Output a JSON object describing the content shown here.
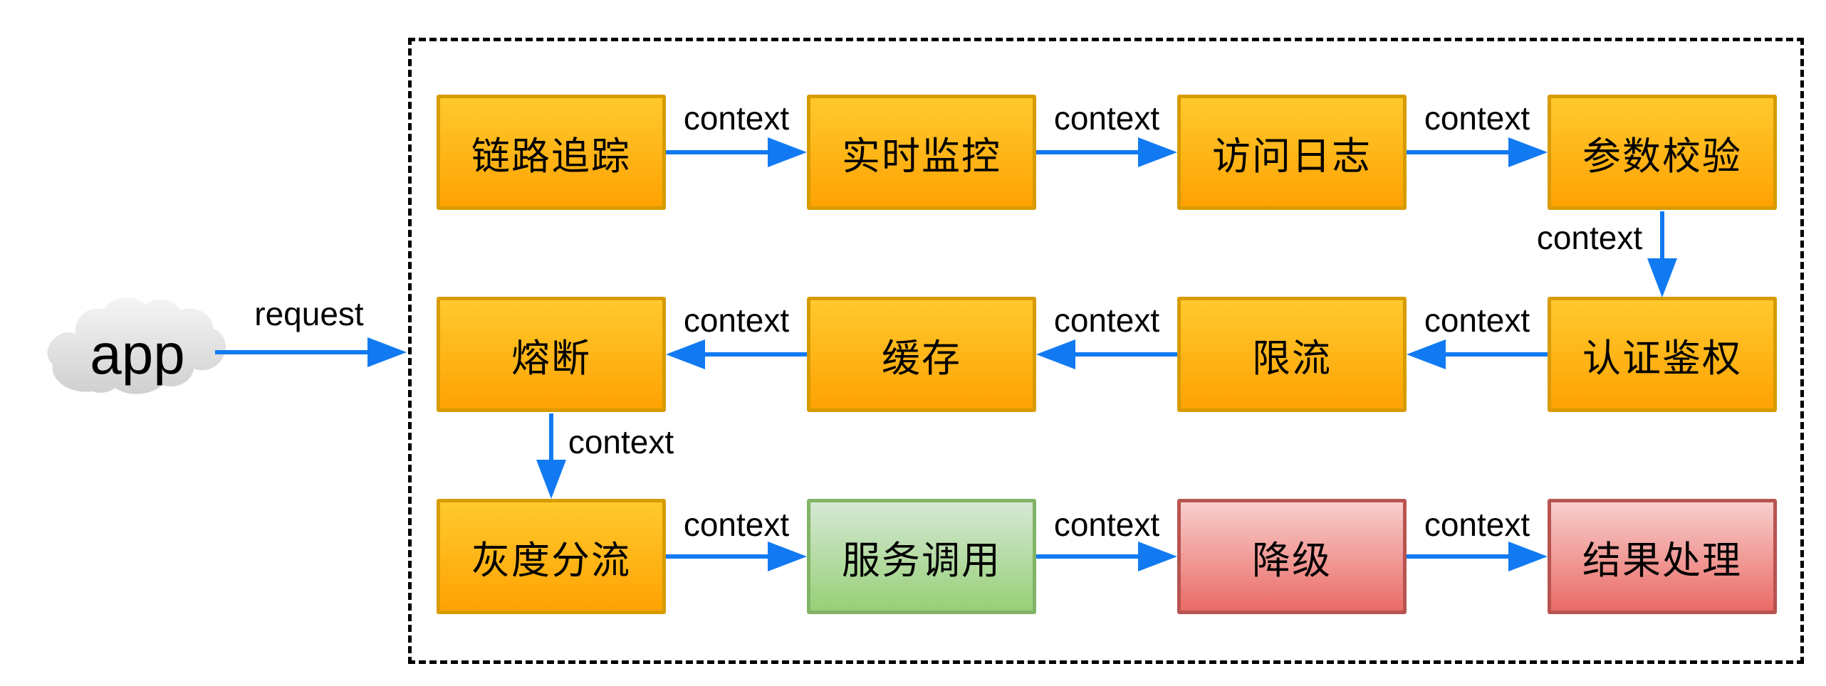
{
  "diagram": {
    "cloud": {
      "label": "app"
    },
    "request_edge": {
      "from": "app",
      "to": "gateway-boundary",
      "label": "request"
    },
    "colors": {
      "arrow_blue": "#117AF2",
      "dashed_border": "#000000",
      "orange_fill_top": "#FFC92D",
      "orange_fill_bottom": "#FFA203",
      "orange_border": "#D79B00",
      "green_fill_top": "#D5E8D4",
      "green_fill_bottom": "#97D077",
      "green_border": "#82B366",
      "red_fill_top": "#F8CECC",
      "red_fill_bottom": "#EA6B66",
      "red_border": "#B85450"
    },
    "nodes": [
      {
        "id": "link-tracing",
        "label": "链路追踪",
        "color": "orange"
      },
      {
        "id": "realtime-monitoring",
        "label": "实时监控",
        "color": "orange"
      },
      {
        "id": "access-log",
        "label": "访问日志",
        "color": "orange"
      },
      {
        "id": "param-validation",
        "label": "参数校验",
        "color": "orange"
      },
      {
        "id": "auth",
        "label": "认证鉴权",
        "color": "orange"
      },
      {
        "id": "rate-limit",
        "label": "限流",
        "color": "orange"
      },
      {
        "id": "cache",
        "label": "缓存",
        "color": "orange"
      },
      {
        "id": "circuit-breaker",
        "label": "熔断",
        "color": "orange"
      },
      {
        "id": "gray-split",
        "label": "灰度分流",
        "color": "orange"
      },
      {
        "id": "service-call",
        "label": "服务调用",
        "color": "green"
      },
      {
        "id": "downgrade",
        "label": "降级",
        "color": "red"
      },
      {
        "id": "result-handling",
        "label": "结果处理",
        "color": "red"
      }
    ],
    "edges": [
      {
        "from": "link-tracing",
        "to": "realtime-monitoring",
        "label": "context"
      },
      {
        "from": "realtime-monitoring",
        "to": "access-log",
        "label": "context"
      },
      {
        "from": "access-log",
        "to": "param-validation",
        "label": "context"
      },
      {
        "from": "param-validation",
        "to": "auth",
        "label": "context"
      },
      {
        "from": "auth",
        "to": "rate-limit",
        "label": "context"
      },
      {
        "from": "rate-limit",
        "to": "cache",
        "label": "context"
      },
      {
        "from": "cache",
        "to": "circuit-breaker",
        "label": "context"
      },
      {
        "from": "circuit-breaker",
        "to": "gray-split",
        "label": "context"
      },
      {
        "from": "gray-split",
        "to": "service-call",
        "label": "context"
      },
      {
        "from": "service-call",
        "to": "downgrade",
        "label": "context"
      },
      {
        "from": "downgrade",
        "to": "result-handling",
        "label": "context"
      }
    ]
  }
}
